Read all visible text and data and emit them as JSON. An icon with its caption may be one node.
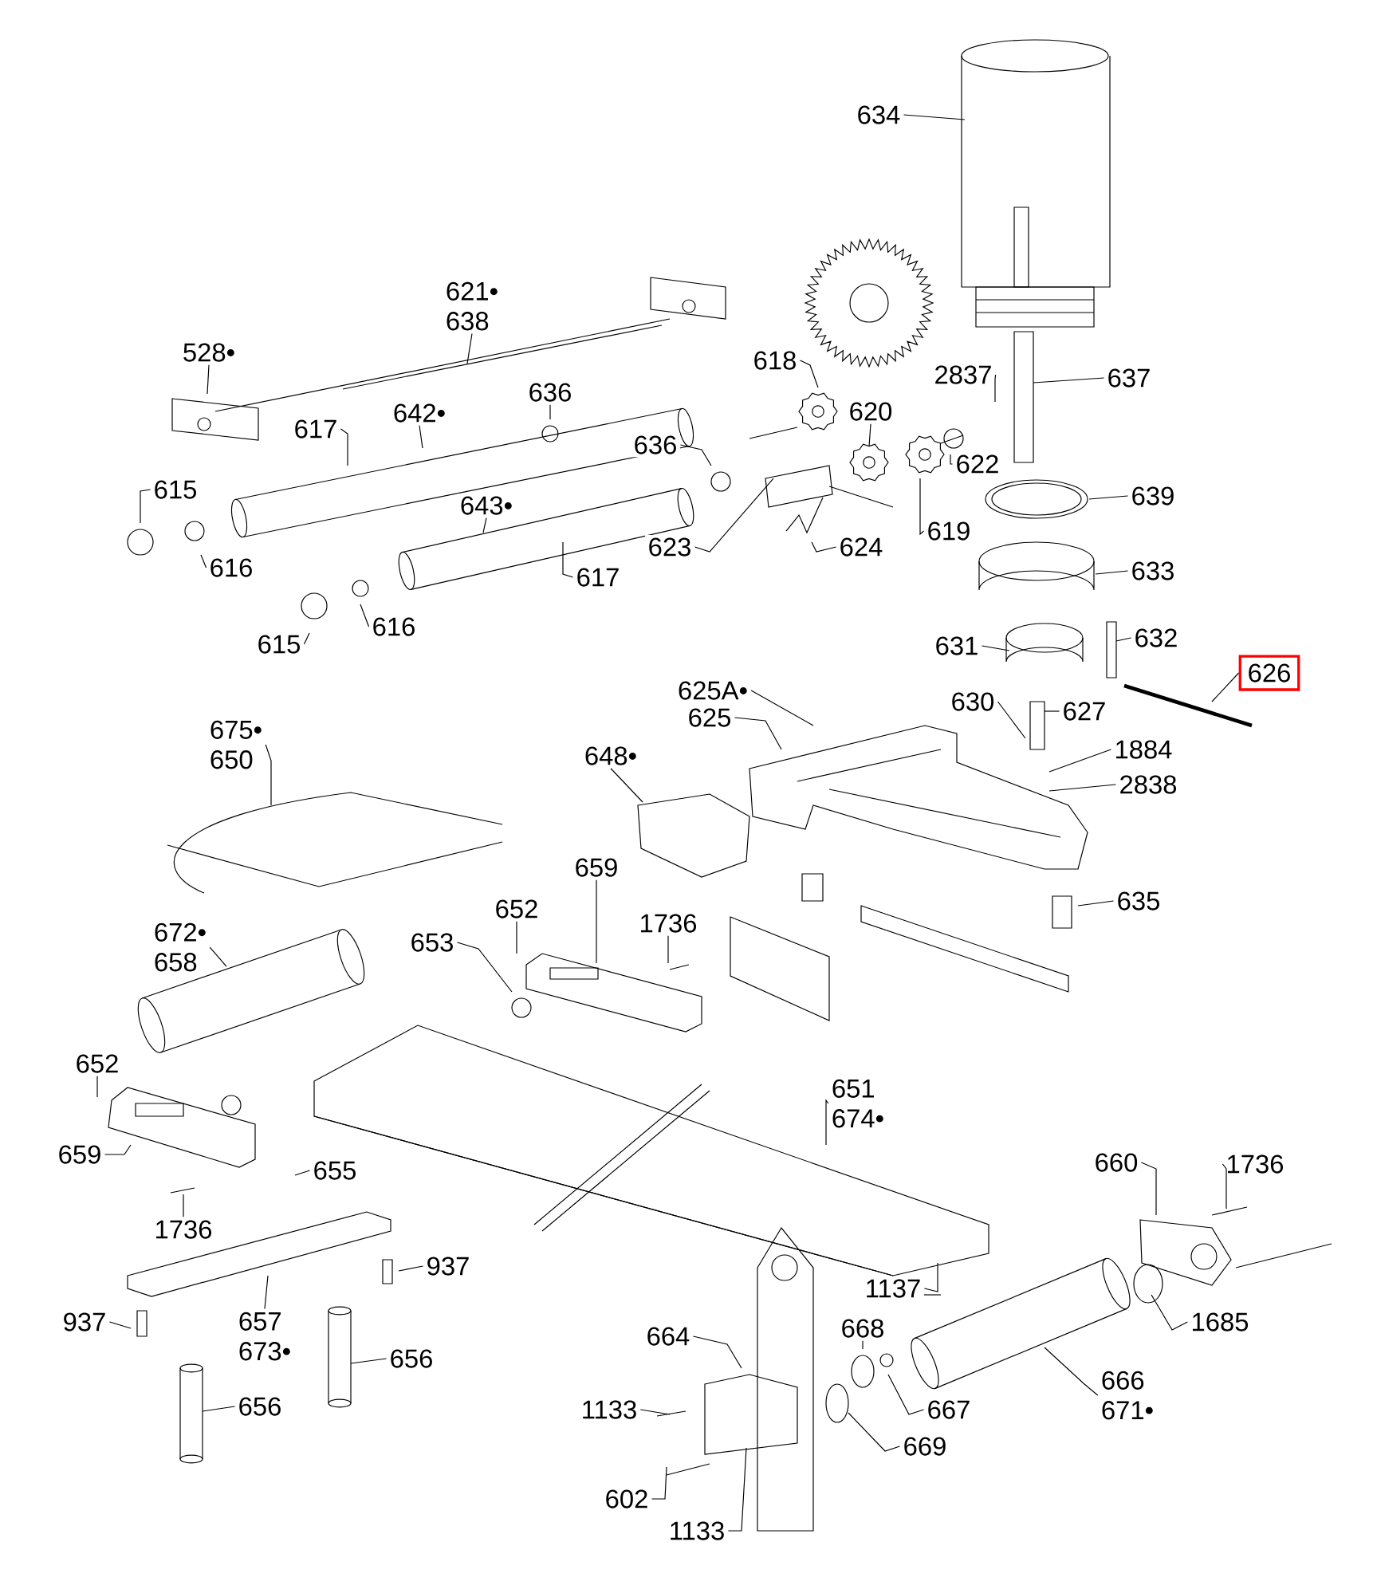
{
  "diagram": {
    "nodes": [
      {
        "text": [
          "634"
        ]
      },
      {
        "text": [
          "621•",
          "638"
        ]
      },
      {
        "text": [
          "528•"
        ]
      },
      {
        "text": [
          "618"
        ]
      },
      {
        "text": [
          "636"
        ]
      },
      {
        "text": [
          "642•"
        ]
      },
      {
        "text": [
          "617"
        ]
      },
      {
        "text": [
          "2837"
        ]
      },
      {
        "text": [
          "637"
        ]
      },
      {
        "text": [
          "620"
        ]
      },
      {
        "text": [
          "636"
        ]
      },
      {
        "text": [
          "615"
        ]
      },
      {
        "text": [
          "643•"
        ]
      },
      {
        "text": [
          "622"
        ]
      },
      {
        "text": [
          "639"
        ]
      },
      {
        "text": [
          "623"
        ]
      },
      {
        "text": [
          "624"
        ]
      },
      {
        "text": [
          "619"
        ]
      },
      {
        "text": [
          "616"
        ]
      },
      {
        "text": [
          "617"
        ]
      },
      {
        "text": [
          "633"
        ]
      },
      {
        "text": [
          "615"
        ]
      },
      {
        "text": [
          "616"
        ]
      },
      {
        "text": [
          "631"
        ]
      },
      {
        "text": [
          "632"
        ]
      },
      {
        "text": [
          "626"
        ]
      },
      {
        "text": [
          "625A•"
        ]
      },
      {
        "text": [
          "625"
        ]
      },
      {
        "text": [
          "630"
        ]
      },
      {
        "text": [
          "627"
        ]
      },
      {
        "text": [
          "1884"
        ]
      },
      {
        "text": [
          "2838"
        ]
      },
      {
        "text": [
          "675•",
          "650"
        ]
      },
      {
        "text": [
          "648•"
        ]
      },
      {
        "text": [
          "635"
        ]
      },
      {
        "text": [
          "659"
        ]
      },
      {
        "text": [
          "652"
        ]
      },
      {
        "text": [
          "1736"
        ]
      },
      {
        "text": [
          "653"
        ]
      },
      {
        "text": [
          "672•",
          "658"
        ]
      },
      {
        "text": [
          "652"
        ]
      },
      {
        "text": [
          "651",
          "674•"
        ]
      },
      {
        "text": [
          "659"
        ]
      },
      {
        "text": [
          "655"
        ]
      },
      {
        "text": [
          "660"
        ]
      },
      {
        "text": [
          "1736"
        ]
      },
      {
        "text": [
          "1736"
        ]
      },
      {
        "text": [
          "937"
        ]
      },
      {
        "text": [
          "1137"
        ]
      },
      {
        "text": [
          "937"
        ]
      },
      {
        "text": [
          "664"
        ]
      },
      {
        "text": [
          "657",
          "673•"
        ]
      },
      {
        "text": [
          "668"
        ]
      },
      {
        "text": [
          "1685"
        ]
      },
      {
        "text": [
          "656"
        ]
      },
      {
        "text": [
          "666",
          "671•"
        ]
      },
      {
        "text": [
          "667"
        ]
      },
      {
        "text": [
          "1133"
        ]
      },
      {
        "text": [
          "656"
        ]
      },
      {
        "text": [
          "669"
        ]
      },
      {
        "text": [
          "602"
        ]
      },
      {
        "text": [
          "1133"
        ]
      }
    ],
    "edges": [
      {
        "from": 0,
        "to": null,
        "arrow": "none"
      },
      {
        "from": 1,
        "to": null,
        "arrow": "none"
      },
      {
        "from": 2,
        "to": null,
        "arrow": "none"
      },
      {
        "from": 3,
        "to": null,
        "arrow": "none"
      },
      {
        "from": 4,
        "to": null,
        "arrow": "none"
      },
      {
        "from": 5,
        "to": null,
        "arrow": "none"
      },
      {
        "from": 6,
        "to": null,
        "arrow": "none"
      },
      {
        "from": 7,
        "to": null,
        "arrow": "none"
      },
      {
        "from": 8,
        "to": null,
        "arrow": "none"
      },
      {
        "from": 9,
        "to": null,
        "arrow": "none"
      },
      {
        "from": 10,
        "to": null,
        "arrow": "none"
      },
      {
        "from": 11,
        "to": null,
        "arrow": "none"
      },
      {
        "from": 12,
        "to": null,
        "arrow": "none"
      },
      {
        "from": 13,
        "to": null,
        "arrow": "none"
      },
      {
        "from": 14,
        "to": null,
        "arrow": "none"
      },
      {
        "from": 15,
        "to": null,
        "arrow": "none"
      },
      {
        "from": 16,
        "to": null,
        "arrow": "none"
      },
      {
        "from": 17,
        "to": null,
        "arrow": "none"
      },
      {
        "from": 18,
        "to": null,
        "arrow": "none"
      },
      {
        "from": 19,
        "to": null,
        "arrow": "none"
      },
      {
        "from": 20,
        "to": null,
        "arrow": "none"
      },
      {
        "from": 21,
        "to": null,
        "arrow": "none"
      },
      {
        "from": 22,
        "to": null,
        "arrow": "none"
      },
      {
        "from": 23,
        "to": null,
        "arrow": "none"
      },
      {
        "from": 24,
        "to": null,
        "arrow": "none"
      },
      {
        "from": 25,
        "to": null,
        "arrow": "none"
      },
      {
        "from": 26,
        "to": null,
        "arrow": "none"
      },
      {
        "from": 27,
        "to": null,
        "arrow": "none"
      },
      {
        "from": 28,
        "to": null,
        "arrow": "none"
      },
      {
        "from": 29,
        "to": null,
        "arrow": "none"
      },
      {
        "from": 30,
        "to": null,
        "arrow": "none"
      },
      {
        "from": 31,
        "to": null,
        "arrow": "none"
      },
      {
        "from": 32,
        "to": null,
        "arrow": "none"
      },
      {
        "from": 33,
        "to": null,
        "arrow": "none"
      },
      {
        "from": 34,
        "to": null,
        "arrow": "none"
      },
      {
        "from": 35,
        "to": null,
        "arrow": "none"
      },
      {
        "from": 36,
        "to": null,
        "arrow": "none"
      },
      {
        "from": 37,
        "to": null,
        "arrow": "none"
      },
      {
        "from": 38,
        "to": null,
        "arrow": "none"
      },
      {
        "from": 39,
        "to": null,
        "arrow": "none"
      },
      {
        "from": 40,
        "to": null,
        "arrow": "none"
      },
      {
        "from": 41,
        "to": null,
        "arrow": "none"
      },
      {
        "from": 42,
        "to": null,
        "arrow": "none"
      },
      {
        "from": 43,
        "to": null,
        "arrow": "none"
      },
      {
        "from": 44,
        "to": null,
        "arrow": "none"
      },
      {
        "from": 45,
        "to": null,
        "arrow": "none"
      },
      {
        "from": 46,
        "to": null,
        "arrow": "none"
      },
      {
        "from": 47,
        "to": null,
        "arrow": "none"
      },
      {
        "from": 48,
        "to": null,
        "arrow": "none"
      },
      {
        "from": 49,
        "to": null,
        "arrow": "none"
      },
      {
        "from": 50,
        "to": null,
        "arrow": "none"
      },
      {
        "from": 51,
        "to": null,
        "arrow": "none"
      },
      {
        "from": 52,
        "to": null,
        "arrow": "none"
      },
      {
        "from": 53,
        "to": null,
        "arrow": "none"
      },
      {
        "from": 54,
        "to": null,
        "arrow": "none"
      },
      {
        "from": 55,
        "to": null,
        "arrow": "none"
      },
      {
        "from": 56,
        "to": null,
        "arrow": "none"
      },
      {
        "from": 57,
        "to": null,
        "arrow": "none"
      },
      {
        "from": 58,
        "to": null,
        "arrow": "none"
      },
      {
        "from": 59,
        "to": null,
        "arrow": "none"
      },
      {
        "from": 60,
        "to": null,
        "arrow": "none"
      },
      {
        "from": 61,
        "to": null,
        "arrow": "none"
      }
    ]
  }
}
